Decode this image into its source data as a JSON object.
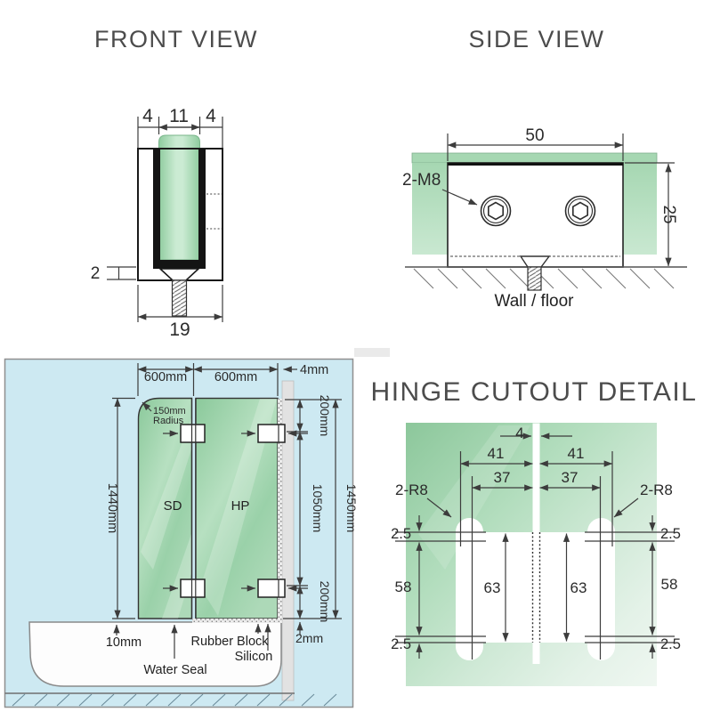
{
  "front_view": {
    "title": "FRONT VIEW",
    "dim_top_left": "4",
    "dim_top_mid": "11",
    "dim_top_right": "4",
    "dim_lip": "2",
    "dim_width": "19"
  },
  "side_view": {
    "title": "SIDE VIEW",
    "dim_width": "50",
    "dim_height": "25",
    "bolt_label": "2-M8",
    "base_label": "Wall / floor"
  },
  "screen_view": {
    "dim_panel1": "600mm",
    "dim_panel2": "600mm",
    "dim_gap": "4mm",
    "radius_note_line1": "150mm",
    "radius_note_line2": "Radius",
    "panel1_label": "SD",
    "panel2_label": "HP",
    "dim_height_left": "1440mm",
    "dim_top_offset": "200mm",
    "dim_hinge_span": "1050mm",
    "dim_height_right": "1450mm",
    "dim_bottom_offset": "200mm",
    "dim_bottom_gap": "2mm",
    "gap_label": "10mm",
    "rubber_label": "Rubber Block",
    "silicon_label": "Silicon",
    "seal_label": "Water Seal"
  },
  "hinge_detail": {
    "title": "HINGE CUTOUT DETAIL",
    "dim_slot": "4",
    "dim_41_left": "41",
    "dim_41_right": "41",
    "dim_37_left": "37",
    "dim_37_right": "37",
    "radius_left": "2-R8",
    "radius_right": "2-R8",
    "dim_25_tl": "2.5",
    "dim_25_tr": "2.5",
    "dim_25_bl": "2.5",
    "dim_25_br": "2.5",
    "dim_58_left": "58",
    "dim_58_right": "58",
    "dim_63_left": "63",
    "dim_63_right": "63"
  },
  "colors": {
    "glass_green": "#9ed5ae",
    "panel_blue": "#cde9f2",
    "line": "#3c3c3c"
  }
}
